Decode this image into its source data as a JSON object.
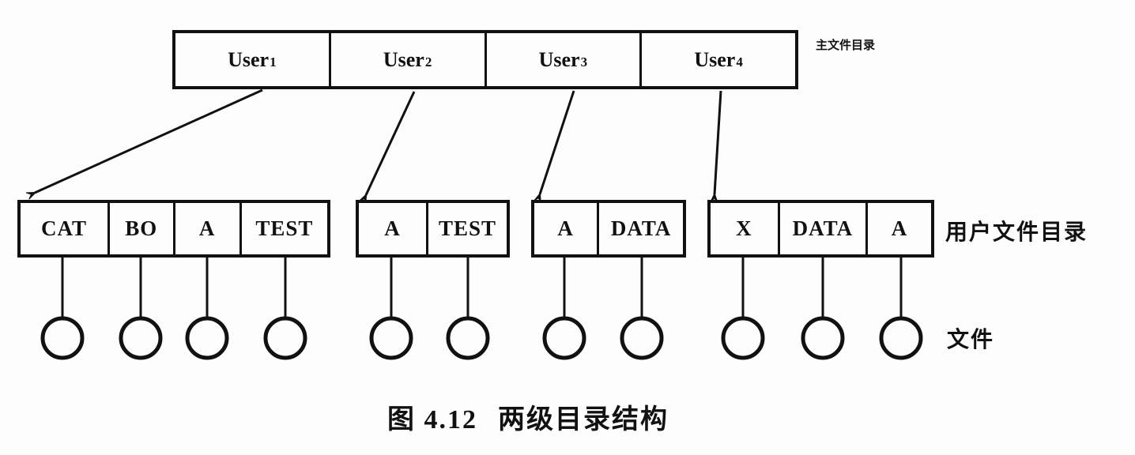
{
  "figure": {
    "type": "two-level directory structure diagram",
    "caption": {
      "number": "图 4.12",
      "title": "两级目录结构"
    }
  },
  "master": {
    "label": "主文件目录",
    "cells": [
      {
        "name": "User",
        "sub": "1"
      },
      {
        "name": "User",
        "sub": "2"
      },
      {
        "name": "User",
        "sub": "3"
      },
      {
        "name": "User",
        "sub": "4"
      }
    ]
  },
  "user_directories": {
    "label": "用户文件目录",
    "dir1": {
      "cells": [
        "CAT",
        "BO",
        "A",
        "TEST"
      ]
    },
    "dir2": {
      "cells": [
        "A",
        "TEST"
      ]
    },
    "dir3": {
      "cells": [
        "A",
        "DATA"
      ]
    },
    "dir4": {
      "cells": [
        "X",
        "DATA",
        "A"
      ]
    }
  },
  "files": {
    "label": "文件",
    "count": 11
  },
  "colors": {
    "ink": "#111111",
    "background": "#fdfdfd"
  }
}
